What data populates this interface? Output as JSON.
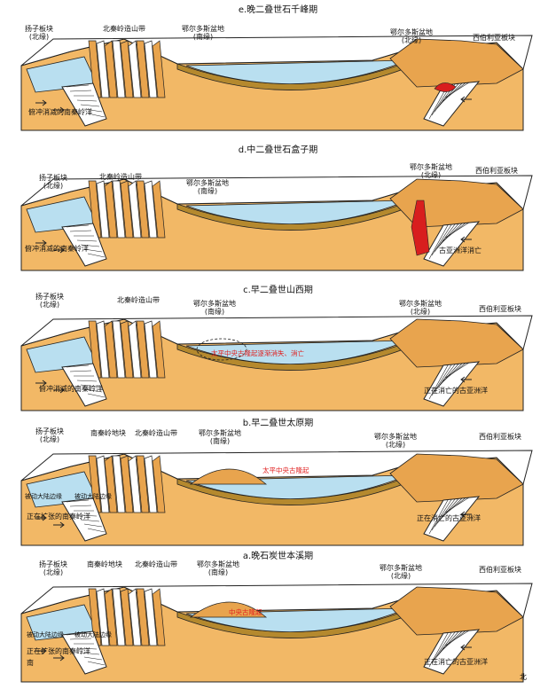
{
  "colors": {
    "crust": "#f2b866",
    "crust_dark": "#e8a44e",
    "ocean": "#b9dff0",
    "sediment": "#b5892e",
    "outline": "#222222",
    "magma": "#d81e1e",
    "red_text": "#e02020"
  },
  "panels": [
    {
      "title": "e.晚二叠世石千峰期",
      "labels": {
        "yangtze": "扬子板块\n(北缘)",
        "qinling_orogen": "北秦岭造山带",
        "ordos_south": "鄂尔多斯盆地\n(南缘)",
        "ordos_north": "鄂尔多斯盆地\n(北缘)",
        "siberia": "西伯利亚板块",
        "ocean_note": "俯冲消减的南秦岭洋"
      }
    },
    {
      "title": "d.中二叠世石盒子期",
      "labels": {
        "yangtze": "扬子板块\n(北缘)",
        "qinling_orogen": "北秦岭造山带",
        "ordos_south": "鄂尔多斯盆地\n(南缘)",
        "ordos_north": "鄂尔多斯盆地\n(北缘)",
        "siberia": "西伯利亚板块",
        "ocean_note": "俯冲消减的南秦岭洋",
        "asian_ocean": "古亚洲洋消亡"
      }
    },
    {
      "title": "c.早二叠世山西期",
      "labels": {
        "yangtze": "扬子板块\n(北缘)",
        "qinling_orogen": "北秦岭造山带",
        "ordos_south": "鄂尔多斯盆地\n(南缘)",
        "ordos_north": "鄂尔多斯盆地\n(北缘)",
        "siberia": "西伯利亚板块",
        "ocean_note": "俯冲消减的南秦岭洋",
        "asian_ocean": "正在消亡的古亚洲洋",
        "red_note": "太平中央古隆起逐渐消失、消亡"
      }
    },
    {
      "title": "b.早二叠世太原期",
      "labels": {
        "yangtze": "扬子板块\n(北缘)",
        "south_qinling": "南秦岭地块",
        "qinling_orogen": "北秦岭造山带",
        "ordos_south": "鄂尔多斯盆地\n(南缘)",
        "ordos_north": "鄂尔多斯盆地\n(北缘)",
        "siberia": "西伯利亚板块",
        "margin1": "被动大陆边缘",
        "margin2": "被动大陆边缘",
        "ocean_note": "正在扩张的南秦岭洋",
        "asian_ocean": "正在消亡的古亚洲洋",
        "red_note": "太平中央古隆起"
      }
    },
    {
      "title": "a.晚石炭世本溪期",
      "labels": {
        "yangtze": "扬子板块\n(北缘)",
        "south_qinling": "南秦岭地块",
        "qinling_orogen": "北秦岭造山带",
        "ordos_south": "鄂尔多斯盆地\n(南缘)",
        "ordos_north": "鄂尔多斯盆地\n(北缘)",
        "siberia": "西伯利亚板块",
        "margin1": "被动大陆边缘",
        "margin2": "被动大陆边缘",
        "ocean_note": "正在扩张的南秦岭洋",
        "asian_ocean": "正在消亡的古亚洲洋",
        "red_note": "中央古隆起",
        "south": "南",
        "north": "北"
      }
    }
  ]
}
